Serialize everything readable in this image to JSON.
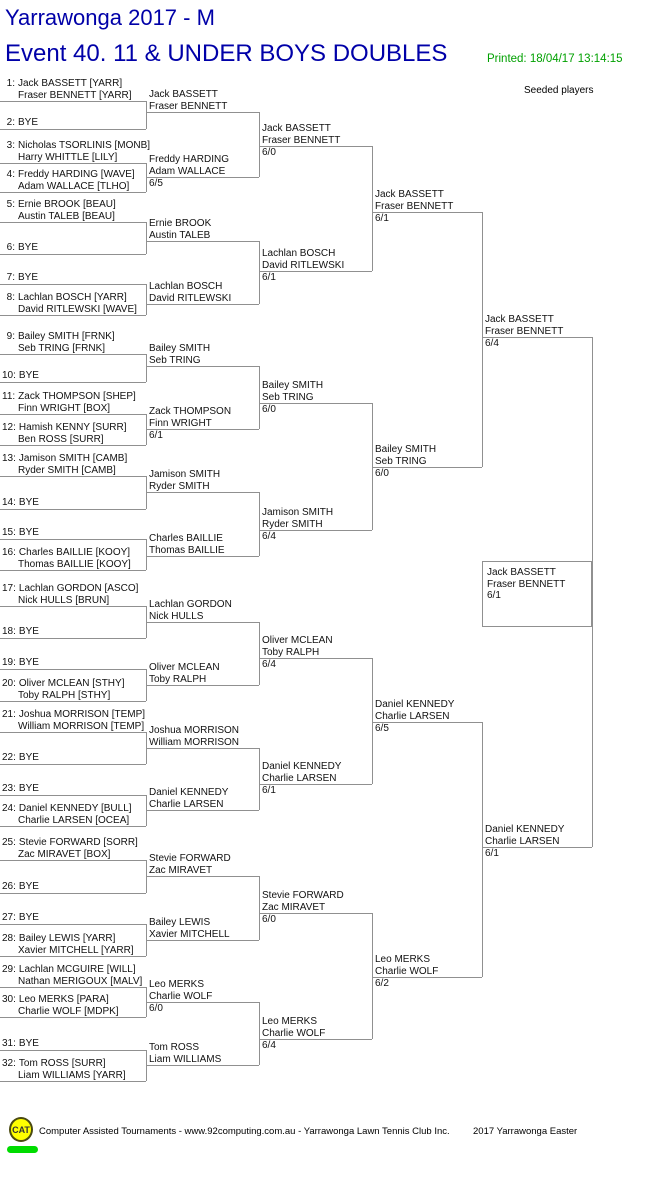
{
  "header": {
    "title": "Yarrawonga 2017 - M",
    "event": "Event 40. 11 & UNDER BOYS DOUBLES",
    "printed": "Printed: 18/04/17 13:14:15",
    "seeded": "Seeded players"
  },
  "colors": {
    "heading_blue": "#0000a8",
    "printed_green": "#00a000",
    "bracket_line_gray": "#909090",
    "logo_yellow": "#ffff00",
    "logo_bar_green": "#00dc00"
  },
  "bracket": {
    "round1": [
      {
        "num": "1:",
        "line1": "Jack BASSETT [YARR]",
        "line2": "Fraser BENNETT [YARR]"
      },
      {
        "num": "2:",
        "line1": "BYE"
      },
      {
        "num": "3:",
        "line1": "Nicholas TSORLINIS [MONB]",
        "line2": "Harry WHITTLE [LILY]"
      },
      {
        "num": "4:",
        "line1": "Freddy HARDING [WAVE]",
        "line2": "Adam WALLACE [TLHO]"
      },
      {
        "num": "5:",
        "line1": "Ernie BROOK [BEAU]",
        "line2": "Austin TALEB [BEAU]"
      },
      {
        "num": "6:",
        "line1": "BYE"
      },
      {
        "num": "7:",
        "line1": "BYE"
      },
      {
        "num": "8:",
        "line1": "Lachlan BOSCH [YARR]",
        "line2": "David RITLEWSKI [WAVE]"
      },
      {
        "num": "9:",
        "line1": "Bailey SMITH [FRNK]",
        "line2": "Seb TRING [FRNK]"
      },
      {
        "num": "10:",
        "line1": "BYE"
      },
      {
        "num": "11:",
        "line1": "Zack THOMPSON [SHEP]",
        "line2": "Finn WRIGHT [BOX]"
      },
      {
        "num": "12:",
        "line1": "Hamish KENNY [SURR]",
        "line2": "Ben ROSS [SURR]"
      },
      {
        "num": "13:",
        "line1": "Jamison SMITH [CAMB]",
        "line2": "Ryder SMITH [CAMB]"
      },
      {
        "num": "14:",
        "line1": "BYE"
      },
      {
        "num": "15:",
        "line1": "BYE"
      },
      {
        "num": "16:",
        "line1": "Charles BAILLIE [KOOY]",
        "line2": "Thomas BAILLIE [KOOY]"
      },
      {
        "num": "17:",
        "line1": "Lachlan GORDON [ASCO]",
        "line2": "Nick HULLS [BRUN]"
      },
      {
        "num": "18:",
        "line1": "BYE"
      },
      {
        "num": "19:",
        "line1": "BYE"
      },
      {
        "num": "20:",
        "line1": "Oliver MCLEAN [STHY]",
        "line2": "Toby RALPH [STHY]"
      },
      {
        "num": "21:",
        "line1": "Joshua MORRISON [TEMP]",
        "line2": "William MORRISON [TEMP]"
      },
      {
        "num": "22:",
        "line1": "BYE"
      },
      {
        "num": "23:",
        "line1": "BYE"
      },
      {
        "num": "24:",
        "line1": "Daniel KENNEDY [BULL]",
        "line2": "Charlie LARSEN [OCEA]"
      },
      {
        "num": "25:",
        "line1": "Stevie FORWARD [SORR]",
        "line2": "Zac MIRAVET [BOX]"
      },
      {
        "num": "26:",
        "line1": "BYE"
      },
      {
        "num": "27:",
        "line1": "BYE"
      },
      {
        "num": "28:",
        "line1": "Bailey LEWIS [YARR]",
        "line2": "Xavier MITCHELL [YARR]"
      },
      {
        "num": "29:",
        "line1": "Lachlan MCGUIRE [WILL]",
        "line2": "Nathan MERIGOUX [MALV]"
      },
      {
        "num": "30:",
        "line1": "Leo MERKS [PARA]",
        "line2": "Charlie WOLF [MDPK]"
      },
      {
        "num": "31:",
        "line1": "BYE"
      },
      {
        "num": "32:",
        "line1": "Tom ROSS [SURR]",
        "line2": "Liam WILLIAMS [YARR]"
      }
    ],
    "round2": [
      {
        "line1": "Jack BASSETT",
        "line2": "Fraser BENNETT"
      },
      {
        "line1": "Freddy HARDING",
        "line2": "Adam WALLACE",
        "score": "6/5"
      },
      {
        "line1": "Ernie BROOK",
        "line2": "Austin TALEB"
      },
      {
        "line1": "Lachlan BOSCH",
        "line2": "David RITLEWSKI"
      },
      {
        "line1": "Bailey SMITH",
        "line2": "Seb TRING"
      },
      {
        "line1": "Zack THOMPSON",
        "line2": "Finn WRIGHT",
        "score": "6/1"
      },
      {
        "line1": "Jamison SMITH",
        "line2": "Ryder SMITH"
      },
      {
        "line1": "Charles BAILLIE",
        "line2": "Thomas BAILLIE"
      },
      {
        "line1": "Lachlan GORDON",
        "line2": "Nick HULLS"
      },
      {
        "line1": "Oliver MCLEAN",
        "line2": "Toby RALPH"
      },
      {
        "line1": "Joshua MORRISON",
        "line2": "William MORRISON"
      },
      {
        "line1": "Daniel KENNEDY",
        "line2": "Charlie LARSEN"
      },
      {
        "line1": "Stevie FORWARD",
        "line2": "Zac MIRAVET"
      },
      {
        "line1": "Bailey LEWIS",
        "line2": "Xavier MITCHELL"
      },
      {
        "line1": "Leo MERKS",
        "line2": "Charlie WOLF",
        "score": "6/0"
      },
      {
        "line1": "Tom ROSS",
        "line2": "Liam WILLIAMS"
      }
    ],
    "round3": [
      {
        "line1": "Jack BASSETT",
        "line2": "Fraser BENNETT",
        "score": "6/0"
      },
      {
        "line1": "Lachlan BOSCH",
        "line2": "David RITLEWSKI",
        "score": "6/1"
      },
      {
        "line1": "Bailey SMITH",
        "line2": "Seb TRING",
        "score": "6/0"
      },
      {
        "line1": "Jamison SMITH",
        "line2": "Ryder SMITH",
        "score": "6/4"
      },
      {
        "line1": "Oliver MCLEAN",
        "line2": "Toby RALPH",
        "score": "6/4"
      },
      {
        "line1": "Daniel KENNEDY",
        "line2": "Charlie LARSEN",
        "score": "6/1"
      },
      {
        "line1": "Stevie FORWARD",
        "line2": "Zac MIRAVET",
        "score": "6/0"
      },
      {
        "line1": "Leo MERKS",
        "line2": "Charlie WOLF",
        "score": "6/4"
      }
    ],
    "round4": [
      {
        "line1": "Jack BASSETT",
        "line2": "Fraser BENNETT",
        "score": "6/1"
      },
      {
        "line1": "Bailey SMITH",
        "line2": "Seb TRING",
        "score": "6/0"
      },
      {
        "line1": "Daniel KENNEDY",
        "line2": "Charlie LARSEN",
        "score": "6/5"
      },
      {
        "line1": "Leo MERKS",
        "line2": "Charlie WOLF",
        "score": "6/2"
      }
    ],
    "round5": [
      {
        "line1": "Jack BASSETT",
        "line2": "Fraser BENNETT",
        "score": "6/4"
      },
      {
        "line1": "Daniel KENNEDY",
        "line2": "Charlie LARSEN",
        "score": "6/1"
      }
    ],
    "champion": {
      "line1": "Jack BASSETT",
      "line2": "Fraser BENNETT",
      "score": "6/1"
    }
  },
  "footer": {
    "logo": "CAT",
    "text": "Computer Assisted Tournaments - www.92computing.com.au -  Yarrawonga Lawn Tennis Club Inc.",
    "event_name": "2017 Yarrawonga Easter"
  }
}
